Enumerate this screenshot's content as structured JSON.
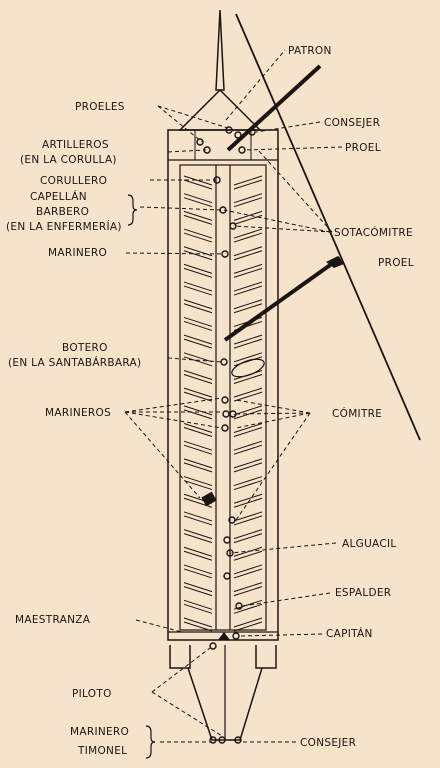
{
  "diagram": {
    "labels": {
      "patron": "Patron",
      "proeles": "Proeles",
      "consejer_top": "Consejer",
      "proel_1": "Proel",
      "artilleros_1": "Artilleros",
      "artilleros_2": "(en la corulla)",
      "corullero": "Corullero",
      "capellan_1": "Capellán",
      "capellan_2": "Barbero",
      "capellan_3": "(en la enfermería)",
      "sotacomitre": "Sotacómitre",
      "marinero": "Marinero",
      "proel_2": "Proel",
      "botero_1": "Botero",
      "botero_2": "(en la Santabárbara)",
      "marineros": "Marineros",
      "comitre": "Cómitre",
      "alguacil": "Alguacil",
      "espalder": "Espalder",
      "maestranza": "Maestranza",
      "capitan": "Capitán",
      "piloto": "Piloto",
      "marinero_timonel_1": "Marinero",
      "marinero_timonel_2": "Timonel",
      "consejer_bottom": "Consejer"
    },
    "colors": {
      "background": "#f5e3cc",
      "ink": "#1c1410"
    }
  }
}
